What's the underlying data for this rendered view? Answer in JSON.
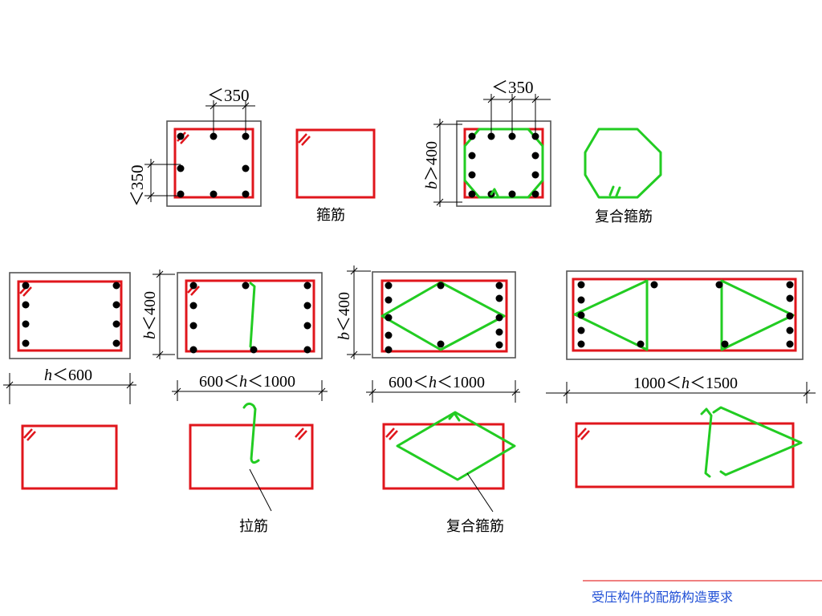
{
  "labels": {
    "dim_lt350_top_left": "＜350",
    "dim_lt350_side": "＜350",
    "dim_lt350_top_right": "＜350",
    "dim_b_gt400_italic": "b",
    "dim_b_gt400_rest": "＞400",
    "stirrup": "箍筋",
    "composite_stirrup_top": "复合箍筋",
    "dim_b_lt400_italic": "b",
    "dim_b_lt400_rest": "＜400",
    "dim_h_lt600_italic": "h",
    "dim_h_lt600_rest": "＜600",
    "dim_600_h_1000_a_pre": "600＜",
    "dim_600_h_1000_a_h": "h",
    "dim_600_h_1000_a_post": "＜1000",
    "dim_600_h_1000_b_pre": "600＜",
    "dim_600_h_1000_b_h": "h",
    "dim_600_h_1000_b_post": "＜1000",
    "dim_1000_h_1500_pre": "1000＜",
    "dim_1000_h_1500_h": "h",
    "dim_1000_h_1500_post": "＜1500",
    "tie_bar": "拉筋",
    "composite_stirrup_bottom": "复合箍筋"
  },
  "footer": {
    "title": "受压构件的配筋构造要求",
    "accent_color": "#f08080"
  },
  "colors": {
    "stirrup": "#e0161c",
    "composite": "#22cc22",
    "concrete_outline": "#555555",
    "rebar": "#000000"
  }
}
